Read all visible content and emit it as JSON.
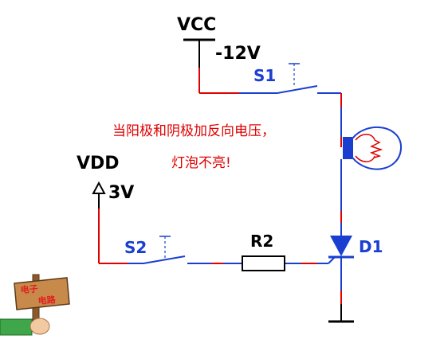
{
  "labels": {
    "vcc": "VCC",
    "vcc_voltage": "-12V",
    "s1": "S1",
    "vdd": "VDD",
    "vdd_voltage": "3V",
    "s2": "S2",
    "r2": "R2",
    "d1": "D1",
    "caption_line1": "当阳极和阴极加反向电压，",
    "caption_line2": "灯泡不亮!"
  },
  "logo": {
    "line1": "电子",
    "line2": "电路"
  },
  "colors": {
    "wire_red": "#e00000",
    "wire_blue": "#1a3fd0",
    "ink": "#000000",
    "lamp_red": "#e00000"
  }
}
